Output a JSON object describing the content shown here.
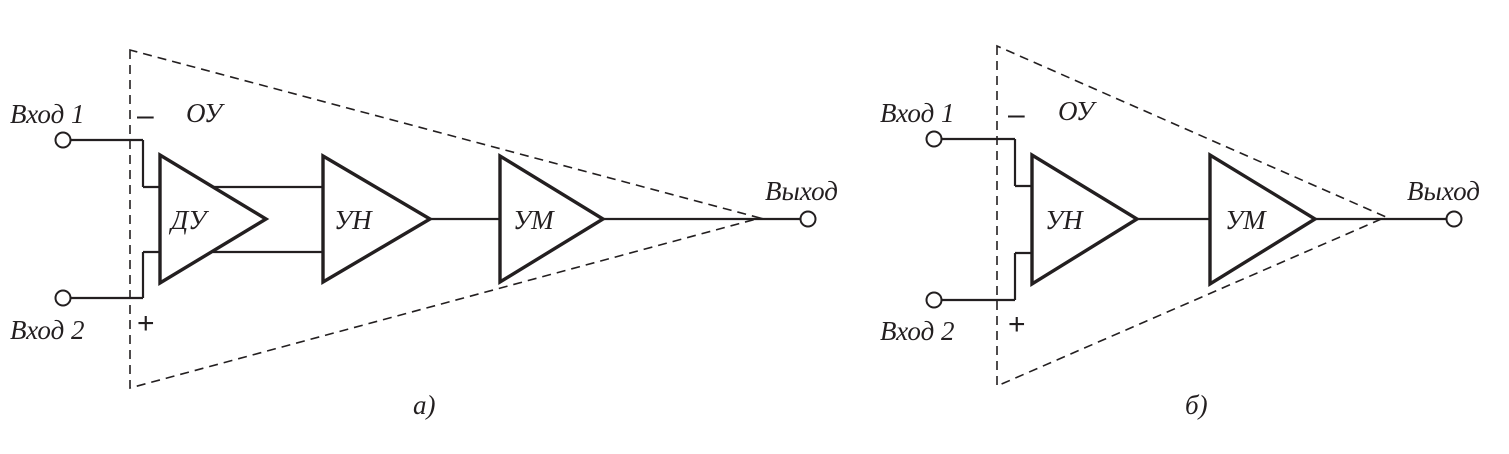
{
  "panel_a": {
    "input1_label": "Вход 1",
    "input2_label": "Вход 2",
    "minus_sign": "–",
    "plus_sign": "+",
    "opamp_label": "ОУ",
    "stage1_label": "ДУ",
    "stage2_label": "УН",
    "stage3_label": "УМ",
    "output_label": "Выход",
    "caption": "а)"
  },
  "panel_b": {
    "input1_label": "Вход 1",
    "input2_label": "Вход 2",
    "minus_sign": "–",
    "plus_sign": "+",
    "opamp_label": "ОУ",
    "stage1_label": "УН",
    "stage2_label": "УМ",
    "output_label": "Выход",
    "caption": "б)"
  }
}
